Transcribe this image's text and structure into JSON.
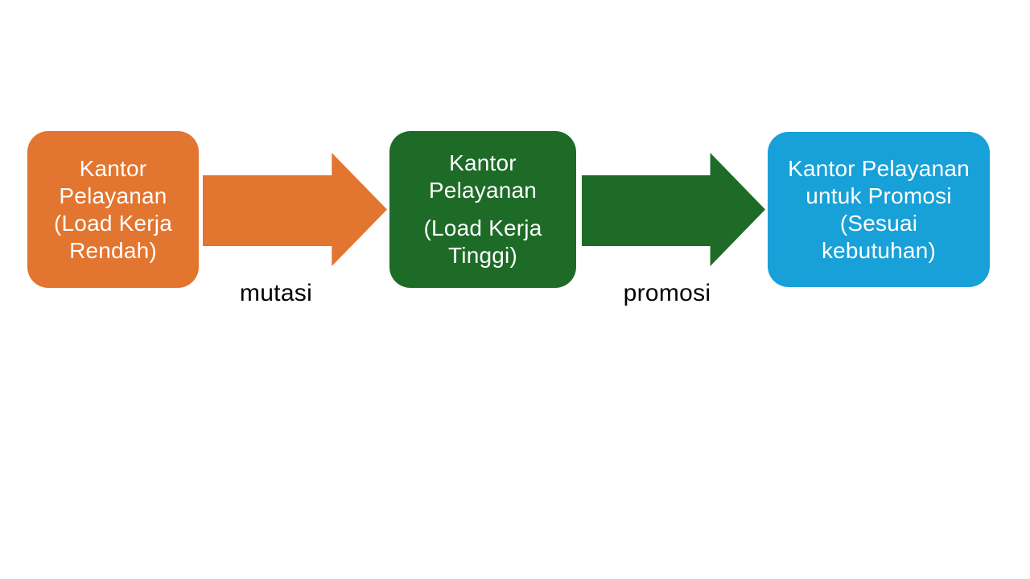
{
  "diagram": {
    "background_color": "#FFFFFF",
    "boxes": [
      {
        "name": "kantor-pelayanan-load-kerja-rendah",
        "text": "Kantor Pelayanan (Load Kerja Rendah)",
        "lines": [
          "Kantor",
          "Pelayanan",
          "(Load Kerja",
          "Rendah)"
        ],
        "fill": "#E2752F",
        "text_color": "#FFFFFF"
      },
      {
        "name": "kantor-pelayanan-load-kerja-tinggi",
        "text": "Kantor Pelayanan (Load Kerja Tinggi)",
        "paragraphs": [
          [
            "Kantor",
            "Pelayanan"
          ],
          [
            "(Load Kerja",
            "Tinggi)"
          ]
        ],
        "fill": "#1E6B28",
        "text_color": "#FFFFFF"
      },
      {
        "name": "kantor-pelayanan-untuk-promosi",
        "text": "Kantor Pelayanan untuk Promosi (Sesuai kebutuhan)",
        "lines": [
          "Kantor Pelayanan",
          "untuk Promosi",
          "(Sesuai",
          "kebutuhan)"
        ],
        "fill": "#18A0D8",
        "text_color": "#FFFFFF"
      }
    ],
    "arrows": [
      {
        "name": "mutasi-arrow",
        "label": "mutasi",
        "fill": "#E2752F",
        "label_color": "#000000"
      },
      {
        "name": "promosi-arrow",
        "label": "promosi",
        "fill": "#1E6B28",
        "label_color": "#000000"
      }
    ]
  }
}
